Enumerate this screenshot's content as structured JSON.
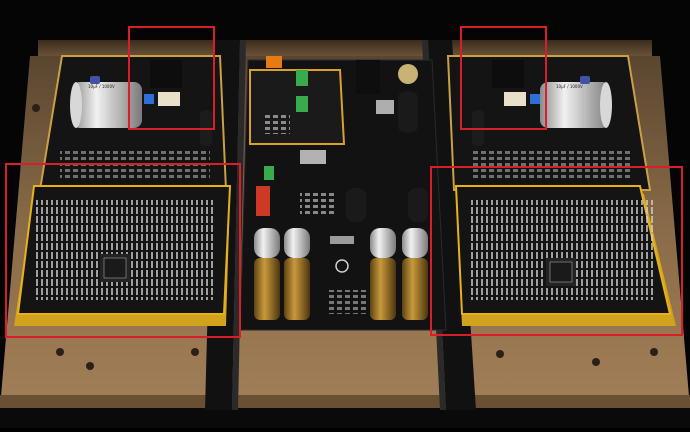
{
  "photo": {
    "subject": "audio-dac-circuit-board",
    "colors": {
      "background": "#050505",
      "chassis": "#8a6a45",
      "board": "#151515",
      "gold_edge": "#e6b21a",
      "annotation": "#d81e28"
    }
  },
  "annotations": [
    {
      "id": "top-left-connector"
    },
    {
      "id": "top-right-connector"
    },
    {
      "id": "left-resistor-ladder-board"
    },
    {
      "id": "right-resistor-ladder-board"
    }
  ]
}
